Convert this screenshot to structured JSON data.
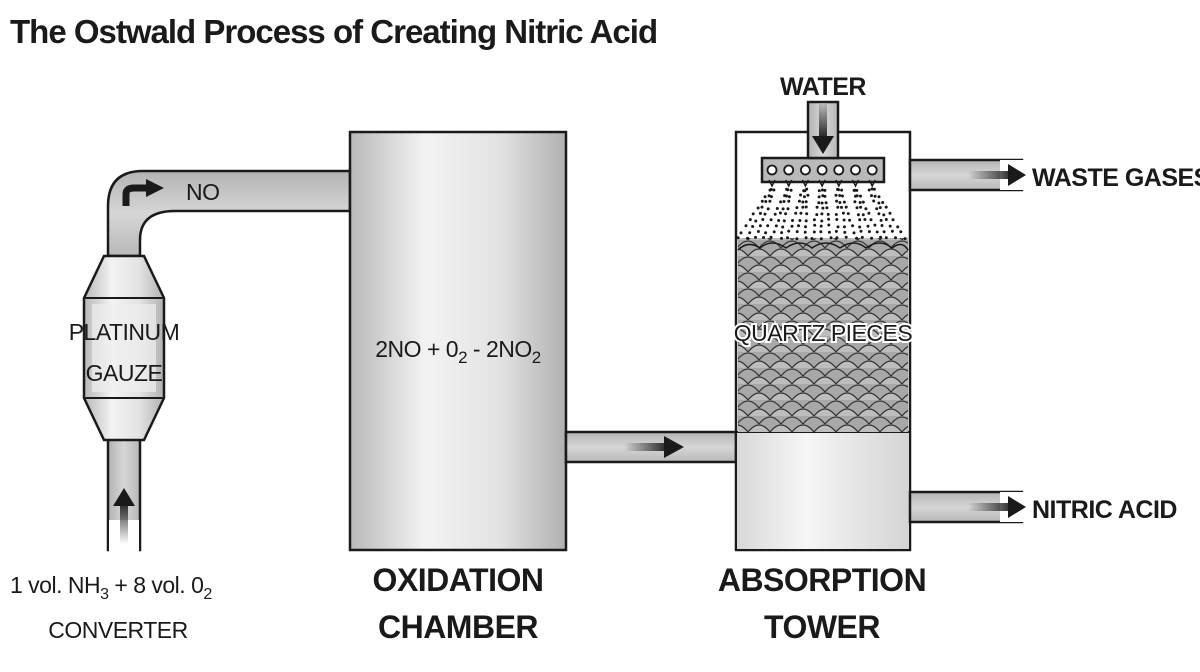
{
  "title": "The Ostwald Process of Creating Nitric Acid",
  "converter": {
    "inner_label_line1": "PLATINUM",
    "inner_label_line2": "GAUZE",
    "feed_text": "1 vol. NH",
    "feed_sub1": "3",
    "feed_mid": " + 8 vol. 0",
    "feed_sub2": "2",
    "caption": "CONVERTER"
  },
  "pipe_no_label": "NO",
  "oxidation_chamber": {
    "eq_a": "2NO + 0",
    "eq_sub1": "2",
    "eq_b": " - 2NO",
    "eq_sub2": "2",
    "caption_line1": "OXIDATION",
    "caption_line2": "CHAMBER"
  },
  "absorption_tower": {
    "water_label": "WATER",
    "packing_label": "QUARTZ PIECES",
    "caption_line1": "ABSORPTION",
    "caption_line2": "TOWER",
    "waste_label": "WASTE GASES",
    "acid_label": "NITRIC ACID"
  },
  "colors": {
    "outline": "#1a1a1a",
    "chamber_light": "#f1f1f1",
    "chamber_mid": "#cfcfcf",
    "pipe_fill": "#c4c4c4",
    "packing_fill": "#a9a9a9",
    "liquid_fill": "#e6e6e6"
  }
}
